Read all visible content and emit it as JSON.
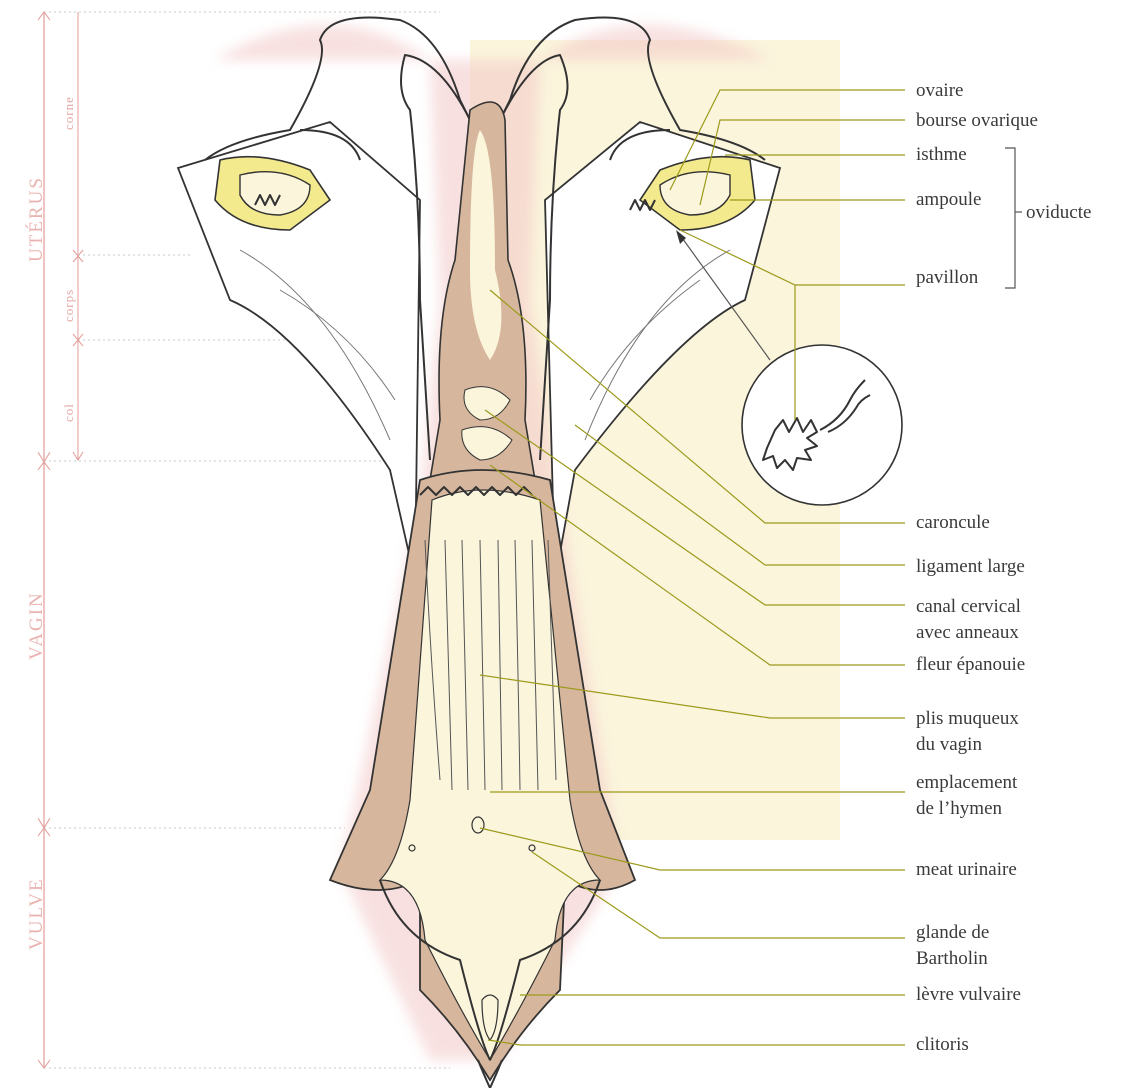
{
  "regions": {
    "uterus": "UTÉRUS",
    "vagin": "VAGIN",
    "vulve": "VULVE",
    "corne": "corne",
    "corps": "corps",
    "col": "col"
  },
  "labels": {
    "ovaire": "ovaire",
    "bourse_ovarique": "bourse ovarique",
    "isthme": "isthme",
    "ampoule": "ampoule",
    "oviducte": "oviducte",
    "pavillon": "pavillon",
    "caroncule": "caroncule",
    "ligament_large": "ligament large",
    "canal_cervical_1": "canal cervical",
    "canal_cervical_2": "avec anneaux",
    "fleur_epanouie": "fleur épanouie",
    "plis_muqueux_1": "plis muqueux",
    "plis_muqueux_2": "du vagin",
    "emplacement_1": "emplacement",
    "emplacement_2": "de l’hymen",
    "meat_urinaire": "meat urinaire",
    "glande_1": "glande de",
    "glande_2": "Bartholin",
    "levre_vulvaire": "lèvre vulvaire",
    "clitoris": "clitoris"
  },
  "colors": {
    "cream": "#fbf5dc",
    "tan": "#d6b79d",
    "yellow": "#f3ea8e",
    "pink_glow": "#f3c8c8",
    "leader": "#9c9a1c",
    "region_text": "#e8b3b0"
  }
}
